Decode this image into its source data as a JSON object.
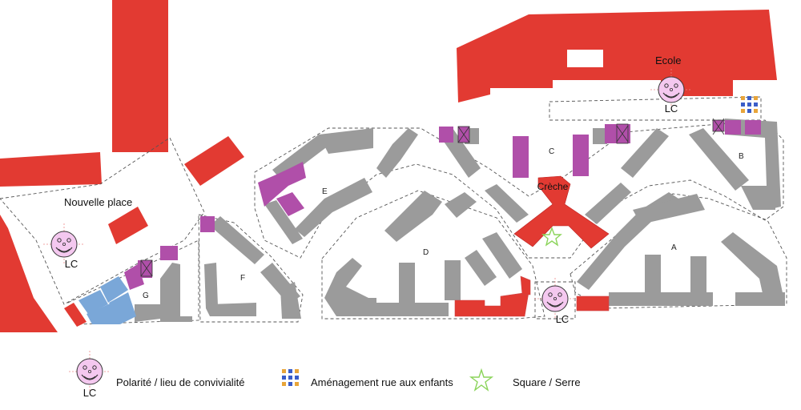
{
  "labels": {
    "ecole": "Ecole",
    "nouvelle_place": "Nouvelle place",
    "creche": "Crèche",
    "lc": "LC",
    "zones": [
      "A",
      "B",
      "C",
      "D",
      "E",
      "F",
      "G"
    ]
  },
  "legend": {
    "polarite": "Polarité / lieu de convivialité",
    "amenagement": "Aménagement rue aux enfants",
    "square": "Square / Serre"
  },
  "colors": {
    "red": "#e23a32",
    "grey": "#9b9b9b",
    "purple": "#b04fa9",
    "blue": "#7aa7d8",
    "smiley": "#f4c8ef",
    "star": "#8bd45a"
  },
  "icons": [
    "smiley-lc-icon",
    "child-street-grid-icon",
    "star-icon"
  ]
}
